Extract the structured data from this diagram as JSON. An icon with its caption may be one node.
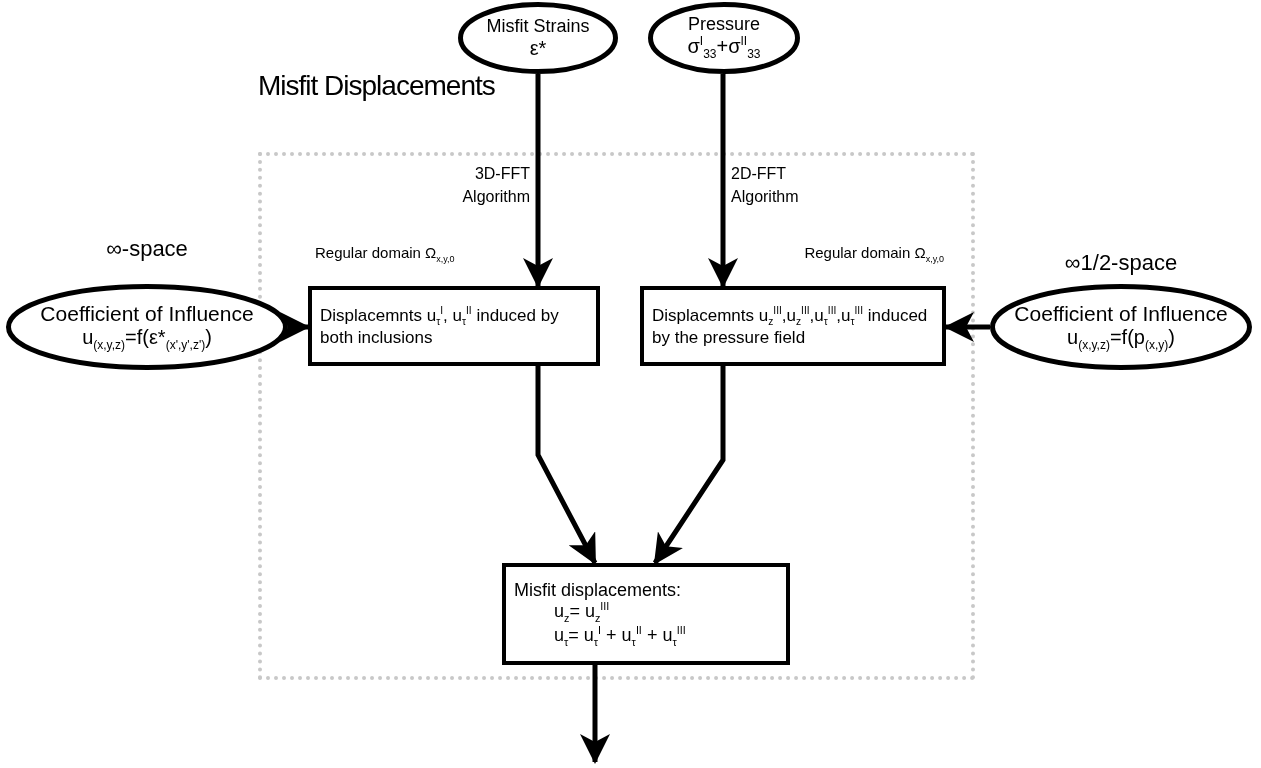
{
  "diagram": {
    "nodes": [
      {
        "text": [
          "Misfit Displacements"
        ]
      },
      {
        "text": [
          "Misfit Strains",
          "ε*"
        ]
      },
      {
        "text": [
          "Pressure",
          "σ$^{I}$$_{33}$+σ$^{II}$$_{33}$"
        ]
      },
      {
        "text": [
          "Coefficient of Influence",
          "u$_{(x,y,z)}$=f(ε*$_{(x',y',z')}$)"
        ],
        "beside": [
          "∞-space"
        ]
      },
      {
        "text": [
          "Displacemnts u$_{τ}$$^{I}$, u$_{τ}$$^{II}$ induced by both inclusions"
        ],
        "beside": [
          "Regular domain Ω$_{x,y,0}$"
        ],
        "in": 0
      },
      {
        "text": [
          "Displacemnts u$_{z}$$^{III}$,u$_{z}$$^{III}$,u$_{τ}$$^{III}$,u$_{τ}$$^{III}$ induced by the pressure field"
        ],
        "beside": [
          "Regular domain Ω$_{x,y,0}$"
        ],
        "in": 0
      },
      {
        "text": [
          "Coefficient of Influence",
          "u$_{(x,y,z)}$=f(p$_{(x,y)}$)"
        ],
        "beside": [
          "∞1/2-space"
        ]
      },
      {
        "text": [
          "Misfit displacements:",
          "u$_{z}$= u$_{z}$$^{III}$",
          "u$_{τ}$= u$_{τ}$$^{I}$ + u$_{τ}$$^{II}$ + u$_{τ}$$^{III}$"
        ],
        "in": 0
      }
    ],
    "edges": [
      {
        "from": 1,
        "to": 4,
        "arrow": "to",
        "label": "3D-FFT Algorithm"
      },
      {
        "from": 2,
        "to": 5,
        "arrow": "to",
        "label": "2D-FFT Algorithm"
      },
      {
        "from": 3,
        "to": 4,
        "arrow": "to"
      },
      {
        "from": 6,
        "to": 5,
        "arrow": "to"
      },
      {
        "from": 4,
        "to": 7,
        "arrow": "to"
      },
      {
        "from": 5,
        "to": 7,
        "arrow": "to"
      },
      {
        "from": 7,
        "to": null,
        "arrow": "to"
      }
    ]
  }
}
